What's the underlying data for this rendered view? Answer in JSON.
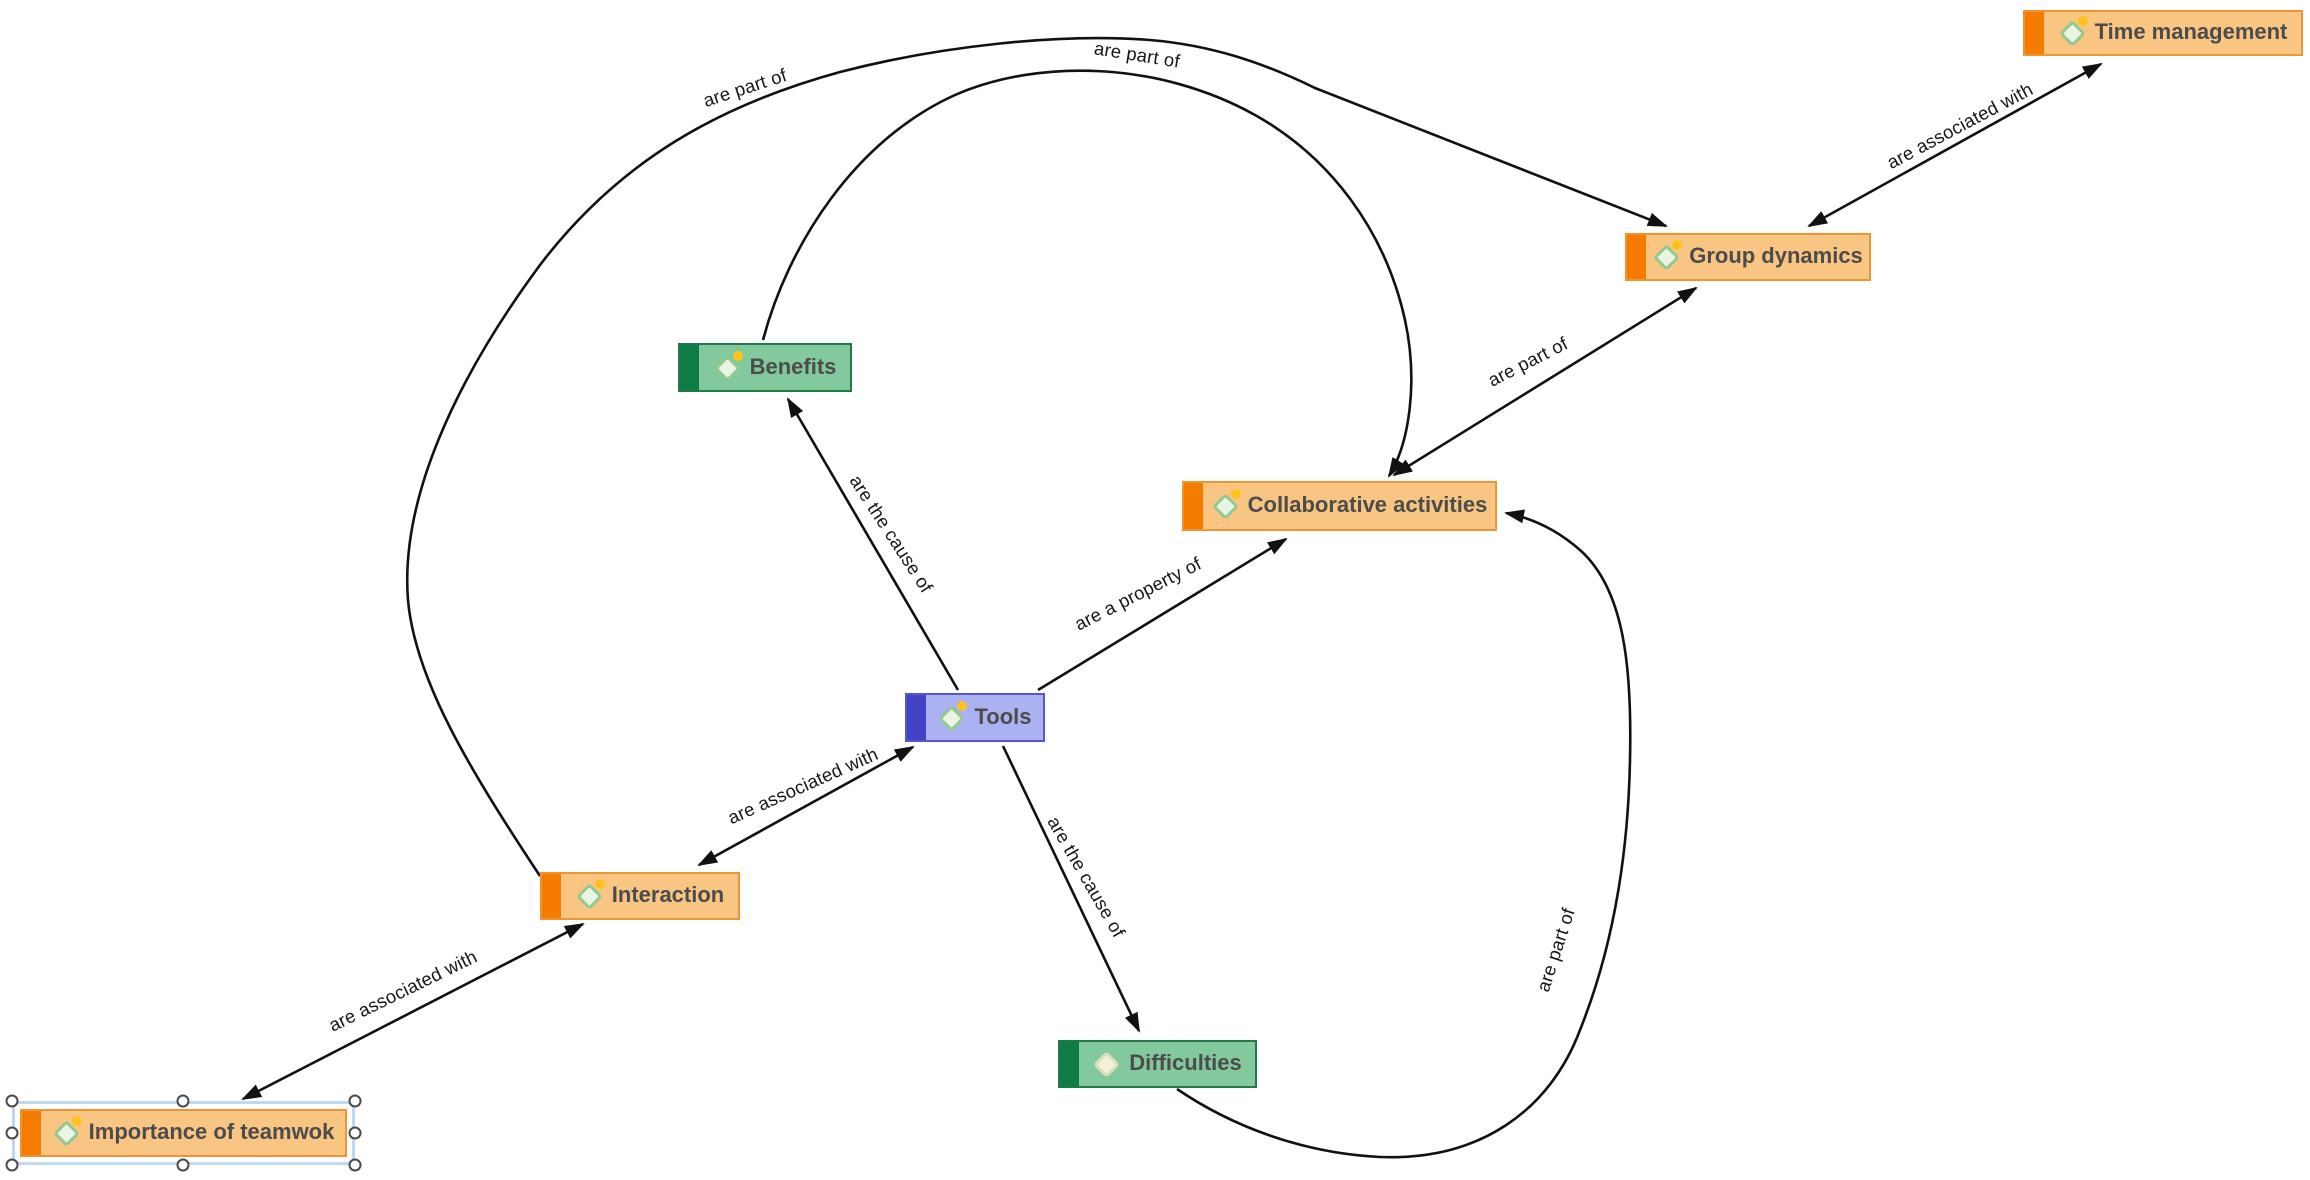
{
  "diagram": {
    "type": "concept-map",
    "background": "#ffffff",
    "edge_line_color": "#111111"
  },
  "colors": {
    "orange_fill": "#F9C583",
    "orange_strip": "#F57C00",
    "orange_border": "#EE9433",
    "green_fill": "#82C99D",
    "green_strip": "#0E7C44",
    "green_border": "#23794A",
    "blue_fill": "#ABB1F1",
    "blue_strip": "#4343C6",
    "blue_border": "#5656CE",
    "node_text": "#4c4c4c",
    "diamond_fill": "#EAF4E3",
    "diamond_border": "#93C98F",
    "diamond_plain_fill": "#F4F0D8",
    "annotation_dot": "#FFC31E",
    "selection_outline": "#BFDAEE"
  },
  "nodes": [
    {
      "id": "time-management",
      "label": "Time management",
      "color": "orange",
      "annotation_dot": true,
      "selected": false
    },
    {
      "id": "group-dynamics",
      "label": "Group dynamics",
      "color": "orange",
      "annotation_dot": true,
      "selected": false
    },
    {
      "id": "benefits",
      "label": "Benefits",
      "color": "green",
      "annotation_dot": true,
      "selected": false
    },
    {
      "id": "collaborative-activities",
      "label": "Collaborative activities",
      "color": "orange",
      "annotation_dot": true,
      "selected": false
    },
    {
      "id": "tools",
      "label": "Tools",
      "color": "blue",
      "annotation_dot": true,
      "selected": false
    },
    {
      "id": "interaction",
      "label": "Interaction",
      "color": "orange",
      "annotation_dot": true,
      "selected": false
    },
    {
      "id": "difficulties",
      "label": "Difficulties",
      "color": "green",
      "annotation_dot": false,
      "selected": false
    },
    {
      "id": "importance-of-teamwok",
      "label": "Importance of teamwok",
      "color": "orange",
      "annotation_dot": true,
      "selected": true
    }
  ],
  "edges": [
    {
      "id": "e1",
      "label": "are part of",
      "from": "Interaction",
      "to": "Group dynamics",
      "arrows": "to",
      "shape": "curved"
    },
    {
      "id": "e2",
      "label": "are part of",
      "from": "Benefits",
      "to": "Collaborative activities",
      "arrows": "to",
      "shape": "curved"
    },
    {
      "id": "e3",
      "label": "are part of",
      "from": "Collaborative activities",
      "to": "Group dynamics",
      "arrows": "both",
      "shape": "straight"
    },
    {
      "id": "e4",
      "label": "are associated with",
      "from": "Group dynamics",
      "to": "Time management",
      "arrows": "both",
      "shape": "straight"
    },
    {
      "id": "e5",
      "label": "are the cause of",
      "from": "Tools",
      "to": "Benefits",
      "arrows": "to",
      "shape": "straight"
    },
    {
      "id": "e6",
      "label": "are a property of",
      "from": "Tools",
      "to": "Collaborative activities",
      "arrows": "to",
      "shape": "straight"
    },
    {
      "id": "e7",
      "label": "are associated with",
      "from": "Tools",
      "to": "Interaction",
      "arrows": "both",
      "shape": "straight"
    },
    {
      "id": "e8",
      "label": "are the cause of",
      "from": "Tools",
      "to": "Difficulties",
      "arrows": "to",
      "shape": "straight"
    },
    {
      "id": "e9",
      "label": "are part of",
      "from": "Difficulties",
      "to": "Collaborative activities",
      "arrows": "to",
      "shape": "curved"
    },
    {
      "id": "e10",
      "label": "are associated with",
      "from": "Importance of teamwok",
      "to": "Interaction",
      "arrows": "both",
      "shape": "straight"
    }
  ]
}
